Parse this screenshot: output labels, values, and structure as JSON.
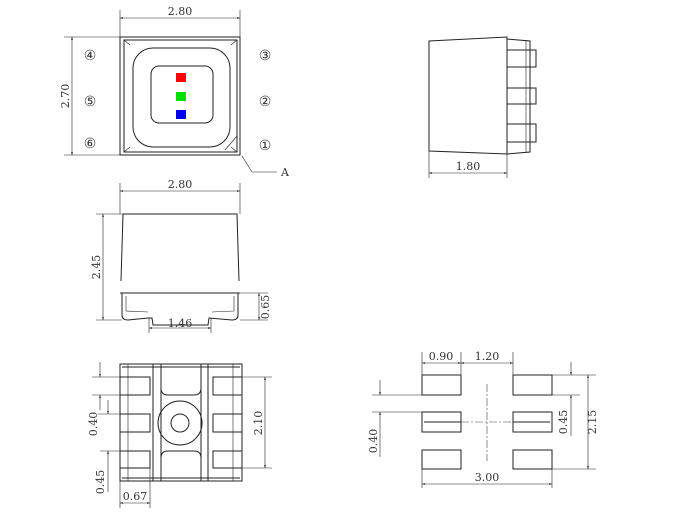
{
  "top_view": {
    "width": "2.80",
    "height": "2.70",
    "pins": [
      "①",
      "②",
      "③",
      "④",
      "⑤",
      "⑥"
    ],
    "marker": "A",
    "led_colors": {
      "red": "#ff0000",
      "green": "#00e000",
      "blue": "#0000ee"
    }
  },
  "front_view": {
    "width": "2.80",
    "height": "2.45",
    "leg_height": "0.65",
    "bottom_gap": "1.46"
  },
  "side_view": {
    "depth": "1.80"
  },
  "bottom_view": {
    "pitch_gap": "0.40",
    "pad_width": "0.45",
    "pad_length": "0.67",
    "pad_span": "2.10"
  },
  "footprint": {
    "pad_length": "0.90",
    "pad_gap": "1.20",
    "total_width": "3.00",
    "pad_width": "0.45",
    "total_height": "2.15",
    "row_gap": "0.40"
  }
}
